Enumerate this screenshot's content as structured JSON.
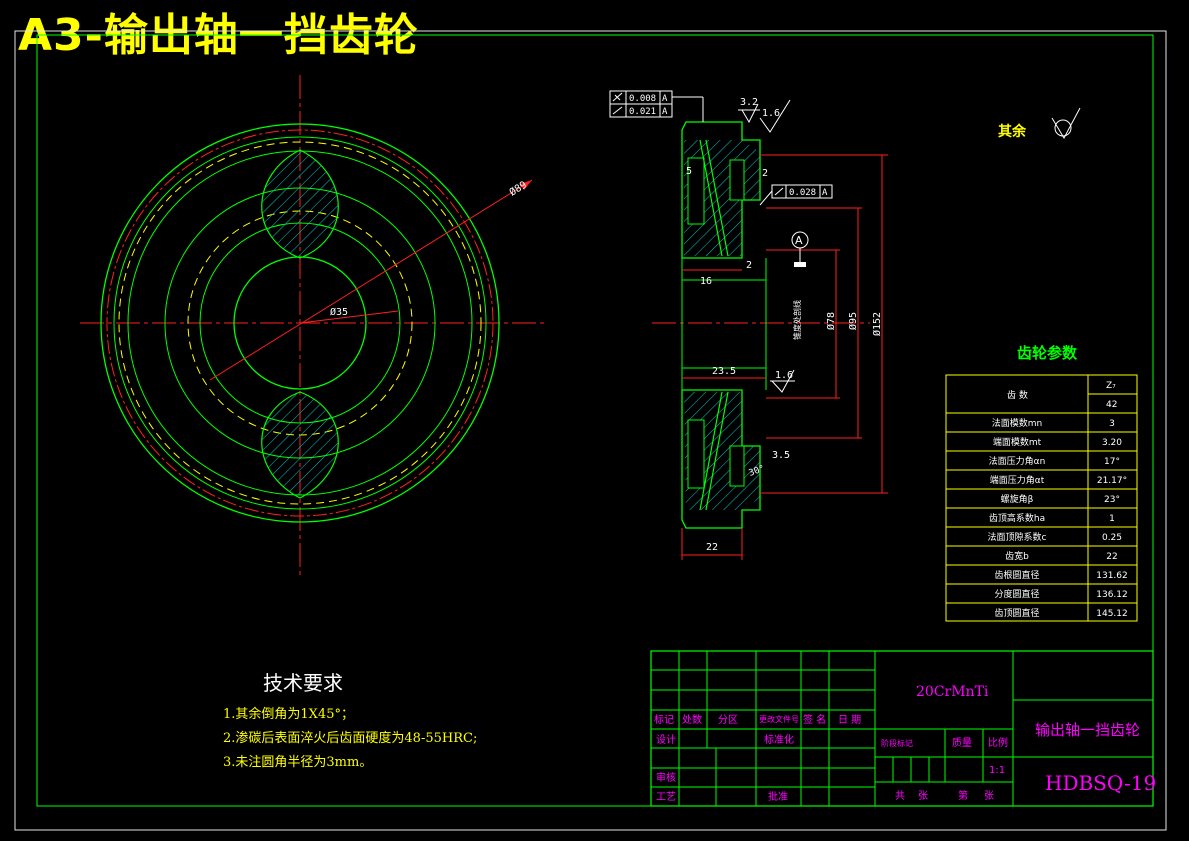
{
  "title": "A3-输出轴一挡齿轮",
  "surface_note": "其余",
  "dims": {
    "d89": "Ø89",
    "d35": "Ø35",
    "d78": "Ø78",
    "d95": "Ø95",
    "d152": "Ø152",
    "w16": "16",
    "w23_5": "23.5",
    "w22": "22",
    "w5": "5",
    "w2a": "2",
    "w2b": "2",
    "w3_5": "3.5",
    "ang30": "30°",
    "datum": "A",
    "rough32": "3.2",
    "rough16a": "1.6",
    "rough16b": "1.6",
    "side_note": "锥度处剖线",
    "tol1_value": "0.008",
    "tol1_ref": "A",
    "tol2_value": "0.021",
    "tol2_ref": "A",
    "tol3_value": "0.028",
    "tol3_ref": "A"
  },
  "gear_params": {
    "title": "齿轮参数",
    "header_label": "齿 数",
    "header_unit": "Z₇",
    "header_value": "42",
    "rows": [
      {
        "label": "法面模数mn",
        "value": "3"
      },
      {
        "label": "端面模数mt",
        "value": "3.20"
      },
      {
        "label": "法面压力角αn",
        "value": "17°"
      },
      {
        "label": "端面压力角αt",
        "value": "21.17°"
      },
      {
        "label": "螺旋角β",
        "value": "23°"
      },
      {
        "label": "齿顶高系数ha",
        "value": "1"
      },
      {
        "label": "法面顶隙系数c",
        "value": "0.25"
      },
      {
        "label": "齿宽b",
        "value": "22"
      },
      {
        "label": "齿根圆直径",
        "value": "131.62"
      },
      {
        "label": "分度圆直径",
        "value": "136.12"
      },
      {
        "label": "齿顶圆直径",
        "value": "145.12"
      }
    ]
  },
  "tech": {
    "title": "技术要求",
    "items": [
      "1.其余倒角为1X45°；",
      "2.渗碳后表面淬火后齿面硬度为48-55HRC;",
      "3.未注圆角半径为3mm。"
    ]
  },
  "title_block": {
    "material": "20CrMnTi",
    "part_name": "输出轴一挡齿轮",
    "drawing_no": "HDBSQ-19",
    "labels": {
      "biaoji": "标记",
      "chushu": "处数",
      "fenqu": "分区",
      "gengai": "更改文件号",
      "qianming": "签 名",
      "riqi": "日 期",
      "sheji": "设计",
      "biaozhunhua": "标准化",
      "shenhe": "审核",
      "gongyi": "工艺",
      "pizhun": "批准",
      "jieduan": "阶段标记",
      "zhiliang": "质量",
      "bili": "比例",
      "scale": "1:1",
      "gong": "共",
      "zhang1": "张",
      "di": "第",
      "zhang2": "张"
    }
  }
}
